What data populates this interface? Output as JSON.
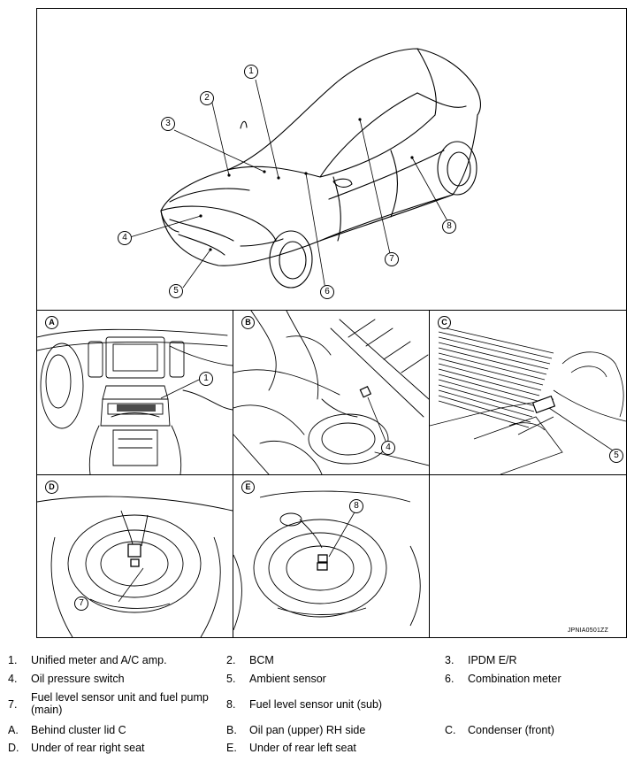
{
  "figure_code": "JPNIA0501ZZ",
  "main_callouts": [
    "1",
    "2",
    "3",
    "4",
    "5",
    "6",
    "7",
    "8"
  ],
  "panels": [
    {
      "letter": "A",
      "callouts": [
        "1"
      ]
    },
    {
      "letter": "B",
      "callouts": [
        "4"
      ]
    },
    {
      "letter": "C",
      "callouts": [
        "5"
      ]
    },
    {
      "letter": "D",
      "callouts": [
        "7"
      ]
    },
    {
      "letter": "E",
      "callouts": [
        "8"
      ]
    }
  ],
  "legend": {
    "rows": [
      [
        {
          "num": "1.",
          "text": "Unified meter and A/C amp."
        },
        {
          "num": "2.",
          "text": "BCM"
        },
        {
          "num": "3.",
          "text": "IPDM E/R"
        }
      ],
      [
        {
          "num": "4.",
          "text": "Oil pressure switch"
        },
        {
          "num": "5.",
          "text": "Ambient sensor"
        },
        {
          "num": "6.",
          "text": "Combination meter"
        }
      ],
      [
        {
          "num": "7.",
          "text": "Fuel level sensor unit and fuel pump (main)"
        },
        {
          "num": "8.",
          "text": "Fuel level sensor unit (sub)"
        }
      ],
      [
        {
          "num": "A.",
          "text": "Behind cluster lid C"
        },
        {
          "num": "B.",
          "text": "Oil pan (upper) RH side"
        },
        {
          "num": "C.",
          "text": "Condenser (front)"
        }
      ],
      [
        {
          "num": "D.",
          "text": "Under of rear right seat"
        },
        {
          "num": "E.",
          "text": "Under of rear left seat"
        }
      ]
    ]
  }
}
